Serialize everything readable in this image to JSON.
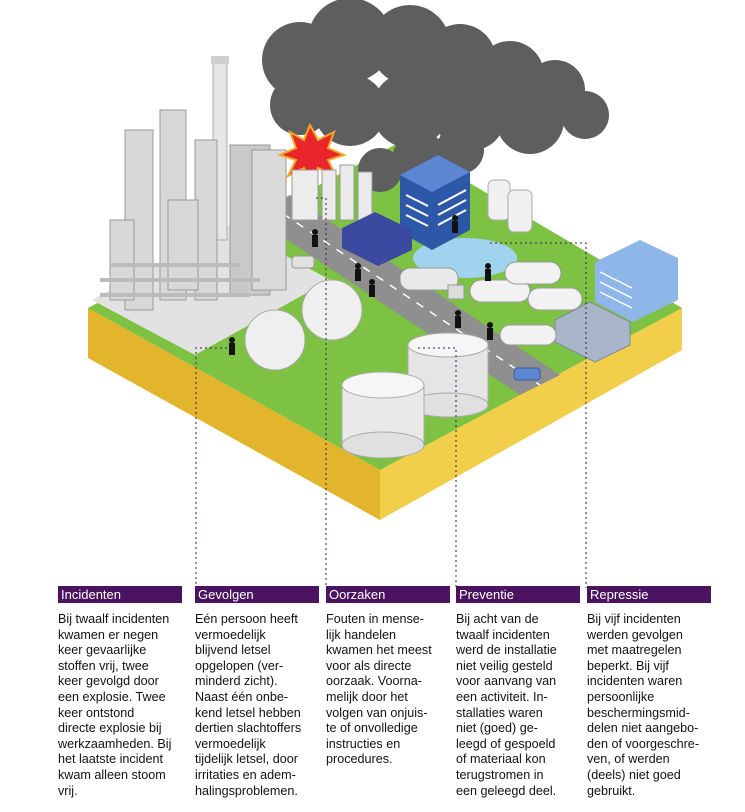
{
  "columns": [
    {
      "heading": "Incidenten",
      "text": "Bij twaalf incidenten\nkwamen er negen\nkeer gevaarlijke\nstoffen vrij, twee\nkeer gevolgd door\neen explosie. Twee\nkeer ontstond\ndirecte explosie bij\nwerkzaamheden. Bij\nhet laatste incident\nkwam alleen stoom\nvrij."
    },
    {
      "heading": "Gevolgen",
      "text": "Eén persoon heeft\nvermoedelijk\nblijvend letsel\nopgelopen (ver-\nminderd zicht).\nNaast één onbe-\nkend letsel hebben\ndertien slachtoffers\nvermoedelijk\ntijdelijk letsel, door\nirritaties en adem-\nhalingsproblemen."
    },
    {
      "heading": "Oorzaken",
      "text": "Fouten in mense-\nlijk handelen\nkwamen het meest\nvoor als directe\noorzaak. Voorna-\nmelijk door het\nvolgen van onjuis-\nte of onvolledige\ninstructies en\nprocedures."
    },
    {
      "heading": "Preventie",
      "text": "Bij acht van de\ntwaalf incidenten\nwerd de installatie\nniet veilig gesteld\nvoor aanvang van\neen activiteit. In-\nstallaties waren\nniet (goed) ge-\nleegd of gespoeld\nof materiaal kon\nterugstromen in\neen geleegd deel."
    },
    {
      "heading": "Repressie",
      "text": "Bij vijf incidenten\nwerden gevolgen\nmet maatregelen\nbeperkt. Bij vijf\nincidenten waren\npersoonlijke\nbeschermingsmid-\ndelen niet aangebo-\nden of voorgeschre-\nven, of werden\n(deels) niet goed\ngebruikt."
    }
  ],
  "colors": {
    "header_bg": "#4b1460",
    "grass": "#7dc242",
    "soil": "#e8c43c",
    "road": "#8c8c8c",
    "smoke": "#5a5a5a",
    "leader": "#3a1a5a"
  }
}
